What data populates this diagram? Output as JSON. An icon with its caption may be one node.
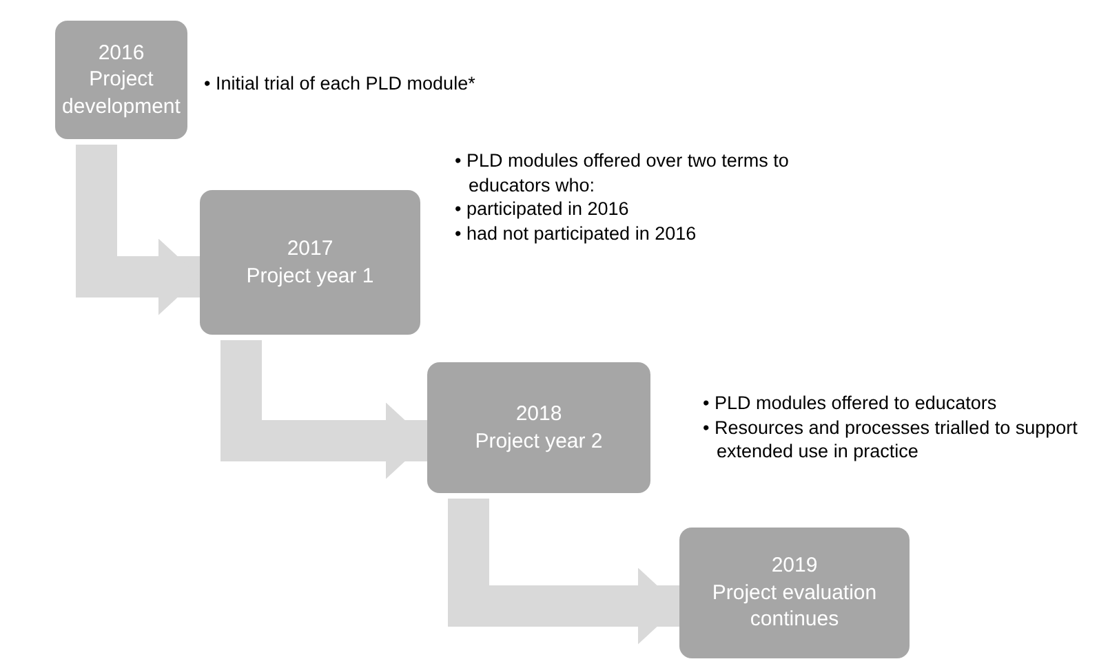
{
  "diagram": {
    "nodes": [
      {
        "text": [
          "2016",
          "Project development"
        ],
        "beside": [
          "• Initial trial of each PLD module*"
        ]
      },
      {
        "text": [
          "2017",
          "Project year 1"
        ],
        "beside": [
          "• PLD modules offered over two terms to educators who:",
          "• participated in 2016",
          "• had not participated in 2016"
        ]
      },
      {
        "text": [
          "2018",
          "Project year 2"
        ],
        "beside": [
          "• PLD modules offered to educators",
          "• Resources and processes trialled to support extended use in practice"
        ]
      },
      {
        "text": [
          "2019",
          "Project evaluation continues"
        ]
      }
    ],
    "edges": [
      {
        "from": 0,
        "to": 1,
        "arrow": "to"
      },
      {
        "from": 1,
        "to": 2,
        "arrow": "to"
      },
      {
        "from": 2,
        "to": 3,
        "arrow": "to"
      }
    ]
  }
}
